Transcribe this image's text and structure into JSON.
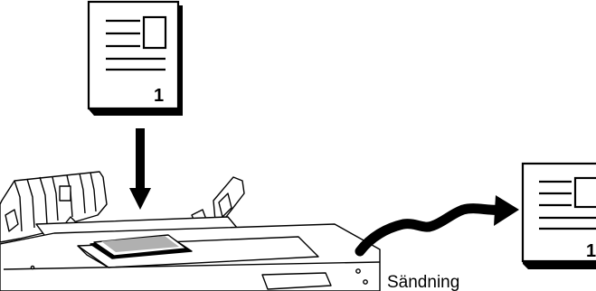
{
  "original_document": {
    "page_number": "1"
  },
  "sent_document": {
    "page_number": "1"
  },
  "transmission": {
    "label": "Sändning"
  }
}
